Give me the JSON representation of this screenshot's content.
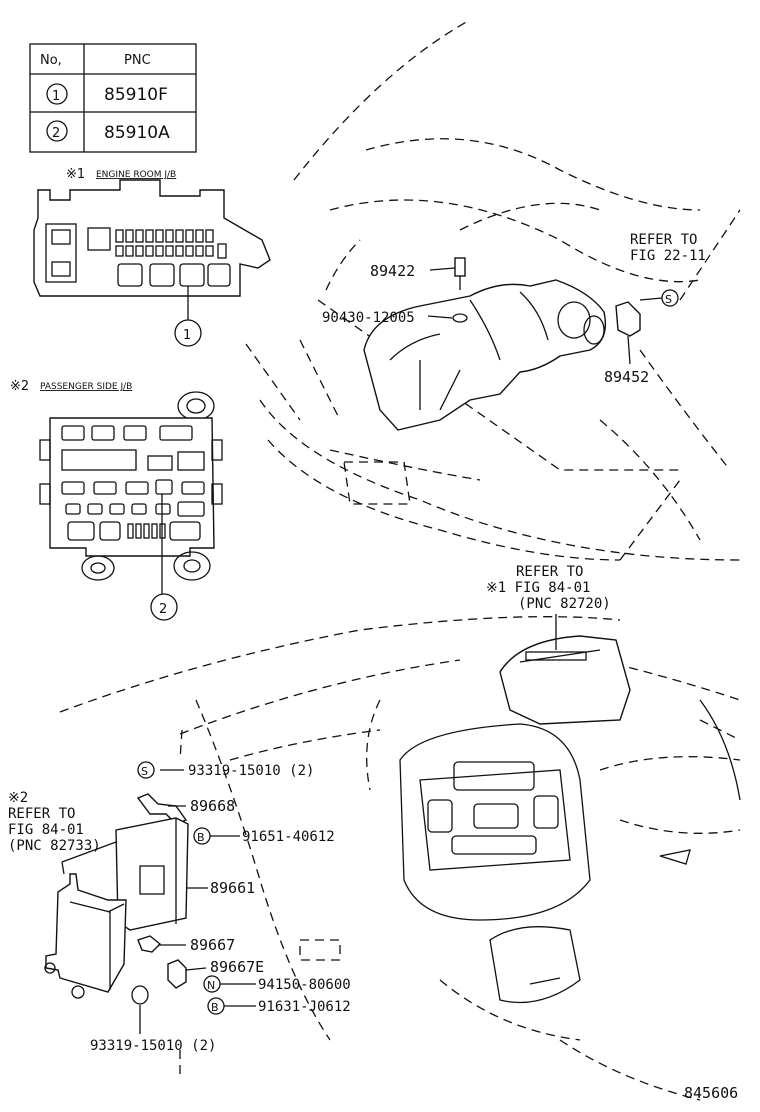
{
  "table": {
    "headers": [
      "No,",
      "PNC"
    ],
    "rows": [
      {
        "no": "1",
        "pnc": "85910F"
      },
      {
        "no": "2",
        "pnc": "85910A"
      }
    ]
  },
  "engine_room_jb": {
    "mark": "※1",
    "label": "ENGINE ROOM J/B",
    "callout": "1"
  },
  "passenger_side_jb": {
    "mark": "※2",
    "label": "PASSENGER SIDE J/B",
    "callout": "2"
  },
  "engine_parts": {
    "p89422": "89422",
    "p90430": "90430-12005",
    "p89452": "89452",
    "refer_line1": "REFER TO",
    "refer_line2": "FIG 22-11",
    "s_symbol": "S"
  },
  "dash_refer": {
    "line1": "REFER TO",
    "line2": "※1 FIG 84-01",
    "line3": "(PNC 82720)"
  },
  "left_refer": {
    "line1": "※2",
    "line2": "REFER TO",
    "line3": "FIG 84-01",
    "line4": "(PNC 82733)"
  },
  "ecu_parts": {
    "p93319_top": "93319-15010 (2)",
    "p89668": "89668",
    "p91651": "91651-40612",
    "p89661": "89661",
    "p89667": "89667",
    "p89667E": "89667E",
    "p94150": "94150-80600",
    "p91631": "91631-J0612",
    "p93319_bottom": "93319-15010 (2)",
    "sym_s": "S",
    "sym_b": "B",
    "sym_n": "N"
  },
  "figure_number": "845606"
}
